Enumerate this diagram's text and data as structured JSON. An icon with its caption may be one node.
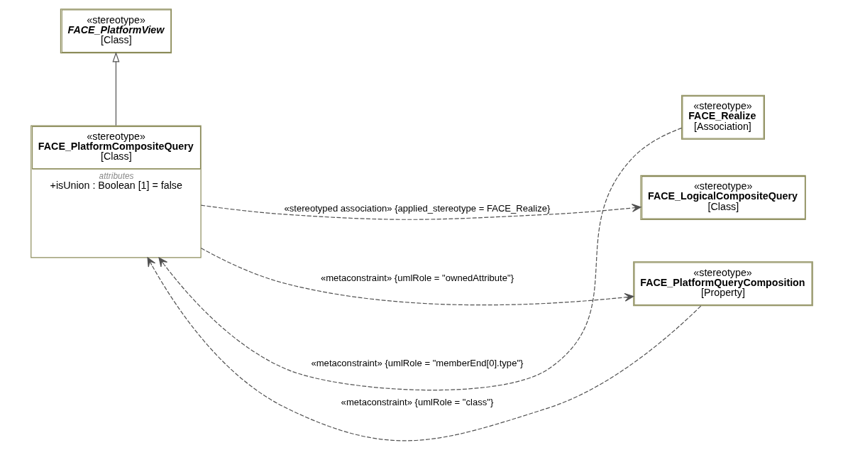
{
  "diagram": {
    "nodes": [
      {
        "text": [
          "«stereotype»",
          "FACE_PlatformView",
          "[Class]"
        ]
      },
      {
        "text": [
          "«stereotype»",
          "FACE_PlatformCompositeQuery",
          "[Class]",
          "attributes",
          "+isUnion : Boolean [1] = false"
        ]
      },
      {
        "text": [
          "«stereotype»",
          "FACE_Realize",
          "[Association]"
        ]
      },
      {
        "text": [
          "«stereotype»",
          "FACE_LogicalCompositeQuery",
          "[Class]"
        ]
      },
      {
        "text": [
          "«stereotype»",
          "FACE_PlatformQueryComposition",
          "[Property]"
        ]
      }
    ],
    "edges": [
      {
        "from": 1,
        "to": 0,
        "arrow": "to"
      },
      {
        "from": 2,
        "to": 1,
        "arrow": "to",
        "label": "«metaconstraint» {umlRole = \"memberEnd[0].type\"}",
        "style": "dashed"
      },
      {
        "from": 1,
        "to": 3,
        "arrow": "to",
        "label": "«stereotyped association» {applied_stereotype = FACE_Realize}",
        "style": "dashed"
      },
      {
        "from": 4,
        "to": 1,
        "arrow": "to",
        "label": "«metaconstraint» {umlRole = \"class\"}",
        "style": "dashed"
      },
      {
        "from": 1,
        "to": 4,
        "arrow": "to",
        "label": "«metaconstraint» {umlRole = \"ownedAttribute\"}",
        "style": "dashed"
      }
    ]
  }
}
